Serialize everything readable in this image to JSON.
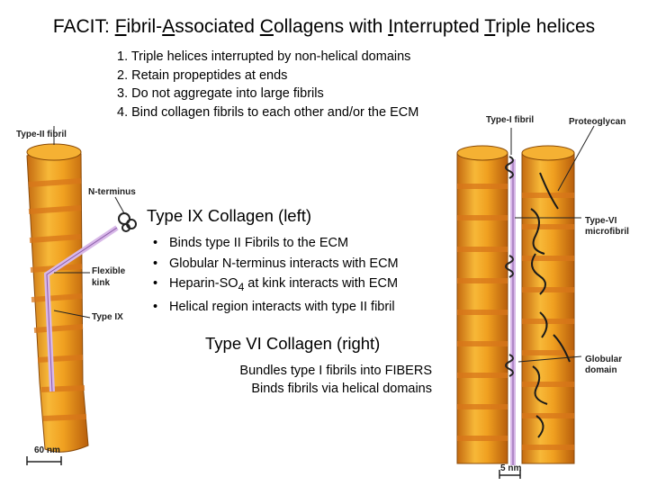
{
  "title": {
    "prefix": "FACIT: ",
    "segments": [
      {
        "u": "F",
        "rest": "ibril-"
      },
      {
        "u": "A",
        "rest": "ssociated "
      },
      {
        "u": "C",
        "rest": "ollagens with "
      },
      {
        "u": "I",
        "rest": "nterrupted "
      },
      {
        "u": "T",
        "rest": "riple helices"
      }
    ]
  },
  "properties": [
    "1. Triple helices interrupted by non-helical domains",
    "2. Retain propeptides at ends",
    "3. Do not aggregate into large fibrils",
    "4. Bind collagen fibrils to each other and/or the ECM"
  ],
  "type9": {
    "heading": "Type IX Collagen (left)",
    "bullets": [
      {
        "text": "Binds type II Fibrils to the ECM"
      },
      {
        "text": "Globular N-terminus interacts with ECM"
      },
      {
        "pre": "Heparin-SO",
        "sub": "4",
        "post": " at kink interacts with ECM"
      },
      {
        "text": "Helical region interacts with type II fibril"
      }
    ]
  },
  "type6": {
    "heading": "Type VI Collagen (right)",
    "lines": [
      "Bundles type I fibrils into FIBERS",
      "Binds fibrils via helical domains"
    ]
  },
  "left_figure": {
    "type2_label": "Type-II fibril",
    "n_terminus_label": "N-terminus",
    "kink_label_1": "Flexible",
    "kink_label_2": "kink",
    "type9_label": "Type IX",
    "scale_label": "60 nm"
  },
  "right_figure": {
    "type1_label": "Type-I fibril",
    "proteoglycan_label": "Proteoglycan",
    "type6_label_1": "Type-VI",
    "type6_label_2": "microfibril",
    "globular_label_1": "Globular",
    "globular_label_2": "domain",
    "scale_label": "5 nm"
  },
  "colors": {
    "fibril": "#f0a020",
    "fibril_dark": "#c46a10",
    "band": "#e07a14",
    "collagen_strand": "#d8b8e8",
    "outline": "#2a2a2a"
  }
}
